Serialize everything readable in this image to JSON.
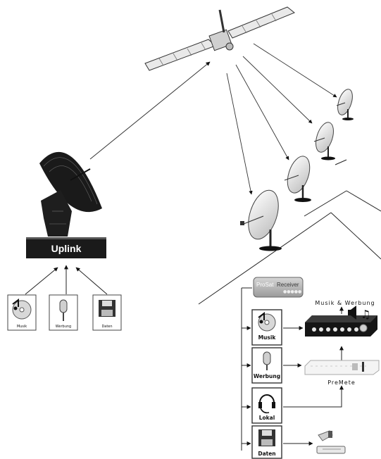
{
  "uplink": {
    "label": "Uplink"
  },
  "sources": [
    {
      "label": "Musik",
      "icon": "music-cd-icon"
    },
    {
      "label": "Werbung",
      "icon": "microphone-icon"
    },
    {
      "label": "Daten",
      "icon": "floppy-disk-icon"
    }
  ],
  "receiver": {
    "prefix": "ProSat",
    "suffix": "Receiver"
  },
  "channels": [
    {
      "label": "Musik",
      "icon": "music-cd-icon"
    },
    {
      "label": "Werbung",
      "icon": "microphone-icon"
    },
    {
      "label": "Lokal",
      "icon": "headset-icon"
    },
    {
      "label": "Daten",
      "icon": "floppy-disk-icon"
    }
  ],
  "output_label": "Musik & Werbung",
  "device_label": "PreMete",
  "colors": {
    "line": "#222222",
    "uplink_bar": "#1a1a1a",
    "receiver": "#b9b9b9"
  }
}
